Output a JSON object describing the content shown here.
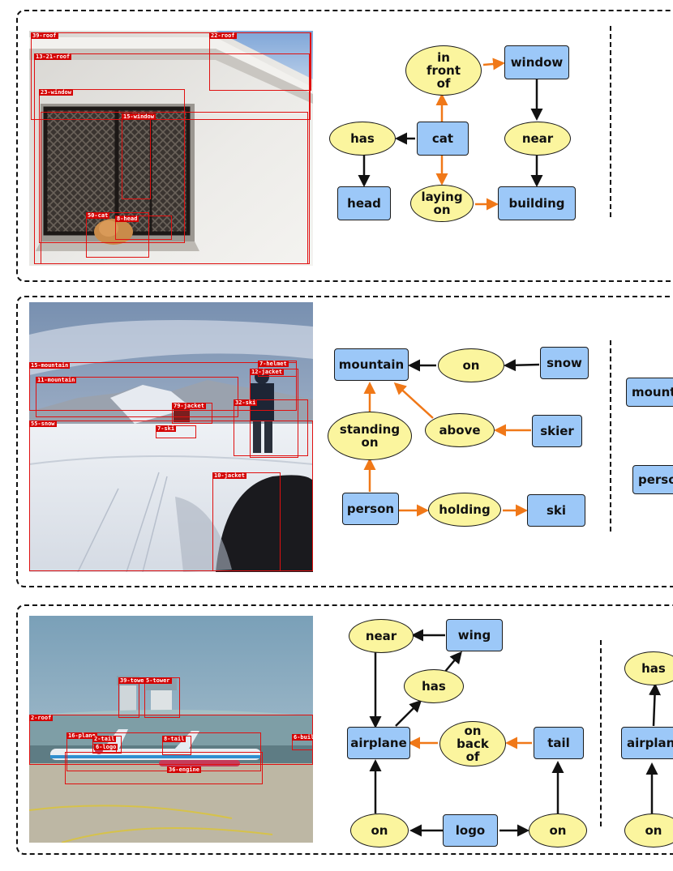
{
  "colors": {
    "entity_fill": "#9cc8f8",
    "relation_fill": "#fbf59e",
    "arrow_black": "#111111",
    "arrow_orange": "#f07818",
    "bbox_red": "#e01010"
  },
  "panels": [
    {
      "image_labels": [
        "39-roof",
        "22-roof",
        "13-21-roof",
        "23-window",
        "15-window",
        "50-cat",
        "8-head"
      ],
      "nodes": {
        "in_front_of": "in front of",
        "window": "window",
        "has": "has",
        "cat": "cat",
        "near": "near",
        "head": "head",
        "laying_on": "laying on",
        "building": "building"
      }
    },
    {
      "image_labels": [
        "15-mountain",
        "11-mountain",
        "55-snow",
        "7-helmet",
        "12-jacket",
        "79-jacket",
        "32-ski",
        "7-ski",
        "10-jacket"
      ],
      "nodes": {
        "mountain": "mountain",
        "on": "on",
        "snow": "snow",
        "standing_on": "standing on",
        "above": "above",
        "skier": "skier",
        "person": "person",
        "holding": "holding",
        "ski": "ski",
        "right_mountain": "mount",
        "right_person": "perso"
      }
    },
    {
      "image_labels": [
        "39-tower",
        "5-tower",
        "2-roof",
        "16-plane",
        "2-tail",
        "6-logo",
        "8-tail",
        "6-buil",
        "36-engine"
      ],
      "nodes": {
        "near": "near",
        "wing": "wing",
        "has": "has",
        "airplane": "airplane",
        "on_back_of": "on back of",
        "tail": "tail",
        "on_left": "on",
        "logo": "logo",
        "on_right": "on",
        "right_has": "has",
        "right_airplane": "airplan",
        "right_on": "on"
      }
    }
  ]
}
